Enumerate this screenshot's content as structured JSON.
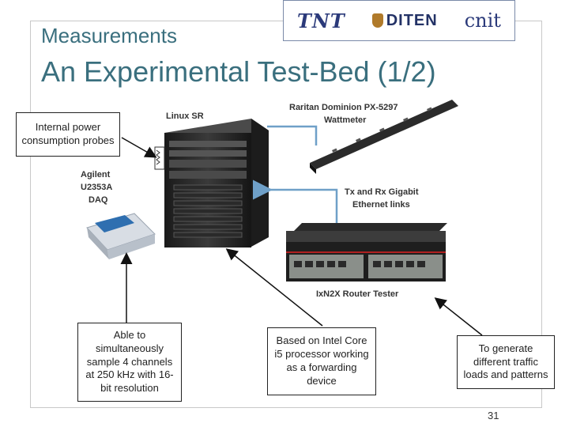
{
  "header": {
    "section": "Measurements",
    "title": "An Experimental Test-Bed (1/2)"
  },
  "logos": {
    "tnt": "TNT",
    "diten": "DITEN",
    "cnit": "cnit"
  },
  "device_labels": {
    "linux_sr": "Linux SR",
    "raritan": "Raritan Dominion PX-5297",
    "wattmeter": "Wattmeter",
    "agilent": "Agilent",
    "agilent_model": "U2353A",
    "daq": "DAQ",
    "links": "Tx and Rx Gigabit",
    "links2": "Ethernet links",
    "ixia": "IxN2X Router Tester"
  },
  "callouts": {
    "probes": "Internal power consumption probes",
    "daq_desc": "Able to simultaneously sample 4 channels at 250 kHz with 16-bit resolution",
    "intel": "Based on Intel Core i5 processor working as a forwarding device",
    "traffic": "To generate different traffic loads and patterns"
  },
  "page_number": "31",
  "colors": {
    "title": "#3a6f7e",
    "link_arrow": "#6fa0c8"
  }
}
